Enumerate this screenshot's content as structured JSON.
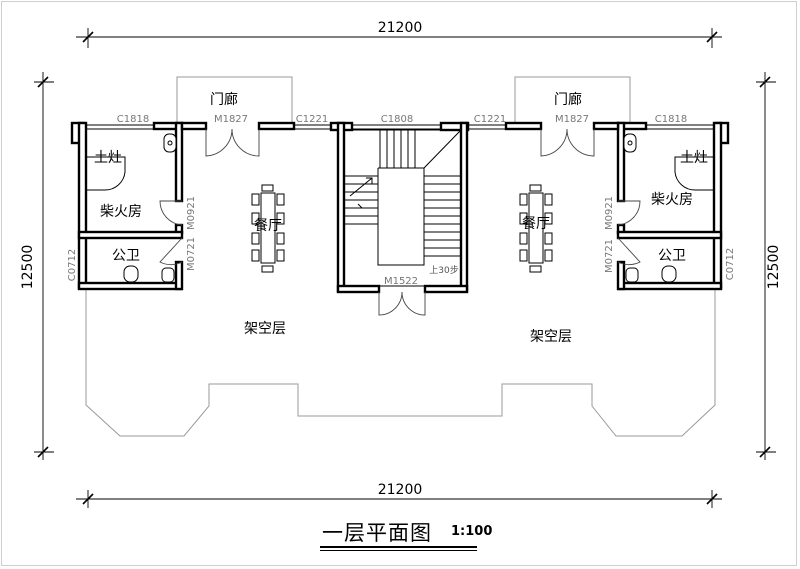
{
  "dimensions": {
    "top_width": "21200",
    "bottom_width": "21200",
    "left_height": "12500",
    "right_height": "12500"
  },
  "rooms": {
    "porch_left": "门廊",
    "porch_right": "门廊",
    "stove_left": "土灶",
    "stove_right": "土灶",
    "firewood_left": "柴火房",
    "firewood_right": "柴火房",
    "toilet_left": "公卫",
    "toilet_right": "公卫",
    "dining_left": "餐厅",
    "dining_right": "餐厅",
    "stilt_left": "架空层",
    "stilt_right": "架空层"
  },
  "openings": {
    "c1818_left": "C1818",
    "m1827_left": "M1827",
    "c1221_left": "C1221",
    "c1808": "C1808",
    "c1221_right": "C1221",
    "m1827_right": "M1827",
    "c1818_right": "C1818",
    "m0921_left": "M0921",
    "m0721_left": "M0721",
    "c0712_left": "C0712",
    "m0921_right": "M0921",
    "m0721_right": "M0721",
    "c0712_right": "C0712",
    "m1522": "M1522"
  },
  "stair_note": "上30步",
  "title": {
    "name": "一层平面图",
    "scale": "1:100"
  }
}
